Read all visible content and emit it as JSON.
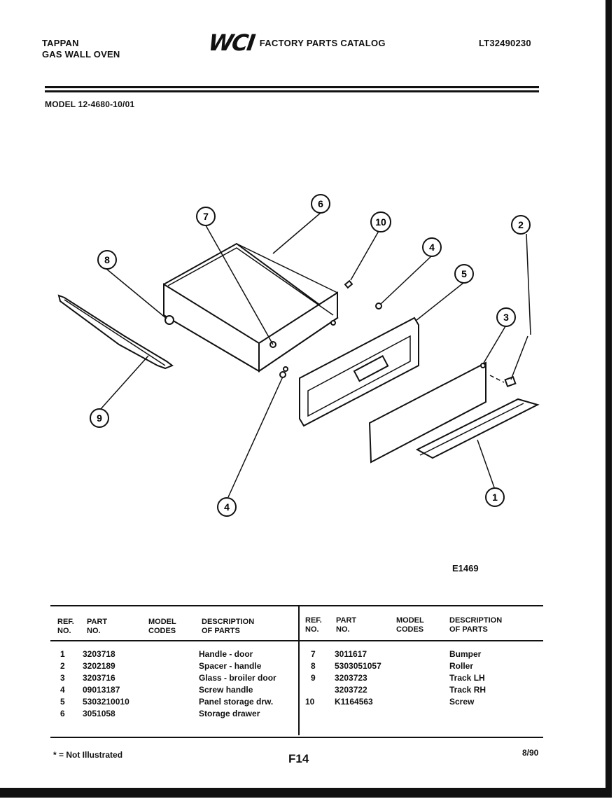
{
  "header": {
    "brand": "TAPPAN",
    "product": "GAS WALL OVEN",
    "logo": "WCI",
    "catalog_title": "FACTORY PARTS CATALOG",
    "catalog_number": "LT32490230"
  },
  "model_line": "MODEL 12-4680-10/01",
  "diagram": {
    "id": "E1469",
    "callouts": [
      "7",
      "6",
      "10",
      "2",
      "4",
      "8",
      "5",
      "3",
      "9",
      "4",
      "1"
    ]
  },
  "table": {
    "headers": {
      "ref": [
        "REF.",
        "NO."
      ],
      "part": [
        "PART",
        "NO."
      ],
      "model": [
        "MODEL",
        "CODES"
      ],
      "desc": [
        "DESCRIPTION",
        "OF PARTS"
      ]
    },
    "left_rows": [
      {
        "ref": "1",
        "part": "3203718",
        "code": "",
        "desc": "Handle - door"
      },
      {
        "ref": "2",
        "part": "3202189",
        "code": "",
        "desc": "Spacer - handle"
      },
      {
        "ref": "3",
        "part": "3203716",
        "code": "",
        "desc": "Glass - broiler door"
      },
      {
        "ref": "4",
        "part": "09013187",
        "code": "",
        "desc": "Screw handle"
      },
      {
        "ref": "5",
        "part": "5303210010",
        "code": "",
        "desc": "Panel storage drw."
      },
      {
        "ref": "6",
        "part": "3051058",
        "code": "",
        "desc": "Storage drawer"
      }
    ],
    "right_rows": [
      {
        "ref": "7",
        "part": "3011617",
        "code": "",
        "desc": "Bumper"
      },
      {
        "ref": "8",
        "part": "5303051057",
        "code": "",
        "desc": "Roller"
      },
      {
        "ref": "9",
        "part": "3203723",
        "code": "",
        "desc": "Track LH"
      },
      {
        "ref": "",
        "part": "3203722",
        "code": "",
        "desc": "Track RH"
      },
      {
        "ref": "10",
        "part": "K1164563",
        "code": "",
        "desc": "Screw"
      }
    ]
  },
  "footer": {
    "note": "* = Not Illustrated",
    "page": "F14",
    "date": "8/90"
  }
}
